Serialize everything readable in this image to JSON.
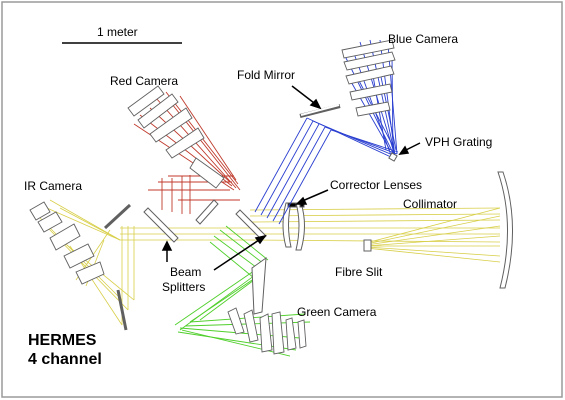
{
  "scale_bar": {
    "label": "1 meter"
  },
  "labels": {
    "blue_camera": "Blue Camera",
    "red_camera": "Red Camera",
    "fold_mirror": "Fold Mirror",
    "vph_grating": "VPH Grating",
    "ir_camera": "IR Camera",
    "corrector_lenses": "Corrector Lenses",
    "collimator": "Collimator",
    "fibre_slit": "Fibre Slit",
    "beam_splitters_1": "Beam",
    "beam_splitters_2": "Splitters",
    "green_camera": "Green Camera"
  },
  "title": {
    "line1": "HERMES",
    "line2": "4 channel"
  },
  "colors": {
    "blue": "#2a3fd0",
    "red": "#c0392b",
    "green": "#4fcf2a",
    "yellow": "#d8cf4a",
    "gray": "#606060"
  }
}
